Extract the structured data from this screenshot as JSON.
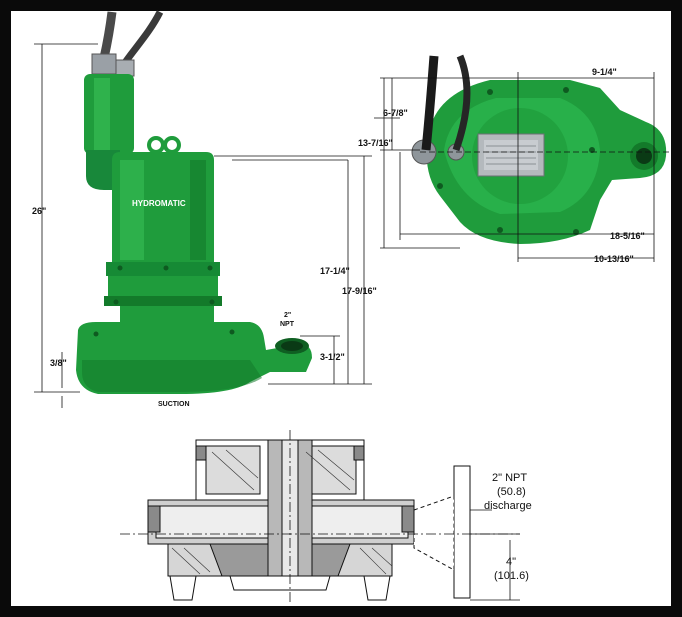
{
  "brand": "HYDROMATIC",
  "colors": {
    "pump_green": "#1f9c3c",
    "pump_dark": "#137a2a",
    "pump_light": "#3cc45a",
    "frame": "#0a0a0a"
  },
  "side_view": {
    "dims": {
      "overall_height": "26\"",
      "height_to_flange": "17-1/4\"",
      "height_to_top": "17-9/16\"",
      "base_offset": "3/8\"",
      "discharge_height": "3-1/2\""
    },
    "discharge_label": "2\"",
    "discharge_sub": "NPT",
    "suction_label": "SUCTION"
  },
  "top_view": {
    "dims": {
      "half_width": "9-1/4\"",
      "cord_offset": "6-7/8\"",
      "depth": "13-7/16\"",
      "overall_width": "18-5/16\"",
      "center_to_discharge": "10-13/16\""
    }
  },
  "section_view": {
    "discharge_line1": "2\" NPT",
    "discharge_line2": "(50.8)",
    "discharge_line3": "discharge",
    "offset_line1": "4\"",
    "offset_line2": "(101.6)"
  }
}
